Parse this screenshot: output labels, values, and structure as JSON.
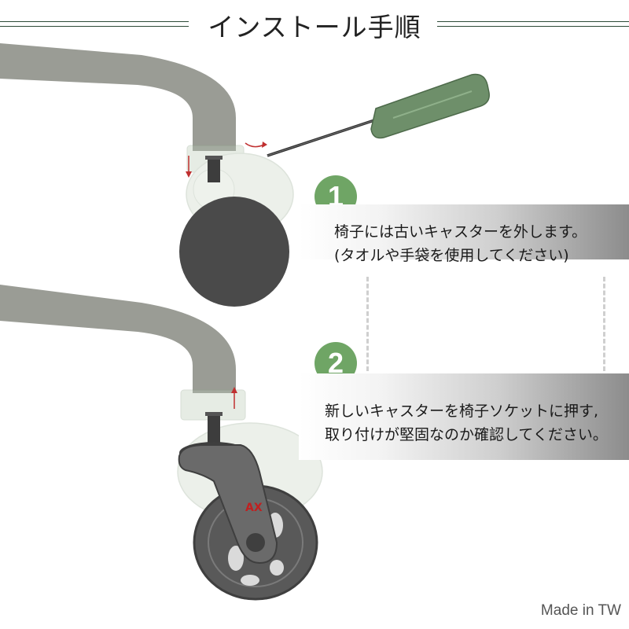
{
  "title": "インストール手順",
  "steps": [
    {
      "number": "1",
      "line1": "椅子には古いキャスターを外します。",
      "line2": "(タオルや手袋を使用してください)"
    },
    {
      "number": "2",
      "line1": "新しいキャスターを椅子ソケットに押す,",
      "line2": "取り付けが堅固なのか確認してください。"
    }
  ],
  "footer": "Made in TW",
  "colors": {
    "accent_green": "#6fa565",
    "screwdriver_green": "#6e8f6a",
    "chair_grey": "#9a9c95",
    "wheel_dark": "#4a4a4a",
    "title_rule": "#2d4a37"
  },
  "icons": [
    "screwdriver-icon",
    "old-caster-icon",
    "new-caster-icon",
    "arrow-down-icon",
    "arrow-up-icon",
    "rotate-arrow-icon"
  ]
}
